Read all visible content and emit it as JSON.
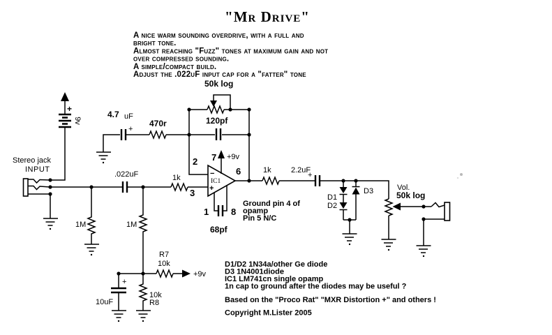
{
  "title": "\"Mr Drive\"",
  "description_lines": [
    "A nice warm sounding overdrive, with a full and",
    "bright tone.",
    "Almost reaching \"Fuzz\" tones at maximum gain and not",
    "over compressed sounding.",
    "A simple/compact build.",
    "Adjust the .022uF input cap for a \"fatter\" tone"
  ],
  "power": {
    "battery_voltage": "9v",
    "battery_polarity": "+",
    "supply_pin7": "+9v",
    "supply_bias": "+9v"
  },
  "input": {
    "jack_type": "Stereo jack",
    "jack_name": "INPUT"
  },
  "components": {
    "input_cap": ".022uF",
    "input_res": "1k",
    "pulldown_res": "1M",
    "bias_feed_res": "1M",
    "fb_cap_value": "4.7",
    "fb_cap_unit": "uF",
    "fb_cap_polarity": "+",
    "fb_res": "470r",
    "gain_pot": "50k log",
    "comp_cap": "120pf",
    "bypass_cap": "68pf",
    "out_res": "1k",
    "out_cap": "2.2uF",
    "out_cap_polarity": "+",
    "diode1": "D1",
    "diode2": "D2",
    "diode3": "D3",
    "vol_name": "Vol.",
    "vol_pot": "50k log",
    "r7_name": "R7",
    "r7_value": "10k",
    "r8_value": "10k",
    "r8_name": "R8",
    "bias_cap": "10uF",
    "bias_cap_polarity": "+"
  },
  "opamp": {
    "name": "IC1",
    "inverting": "−",
    "noninverting": "+",
    "pin1": "1",
    "pin2": "2",
    "pin3": "3",
    "pin6": "6",
    "pin7": "7",
    "pin8": "8",
    "note_lines": [
      "Ground pin 4 of",
      "opamp",
      "Pin 5 N/C"
    ]
  },
  "notes": [
    "D1/D2 1N34a/other Ge diode",
    "D3 1N4001diode",
    "IC1 LM741cn single opamp",
    "1n cap to ground after the diodes may be useful ?",
    "Based on the \"Proco Rat\" \"MXR Distortion +\" and others !",
    "Copyright M.Lister 2005"
  ]
}
